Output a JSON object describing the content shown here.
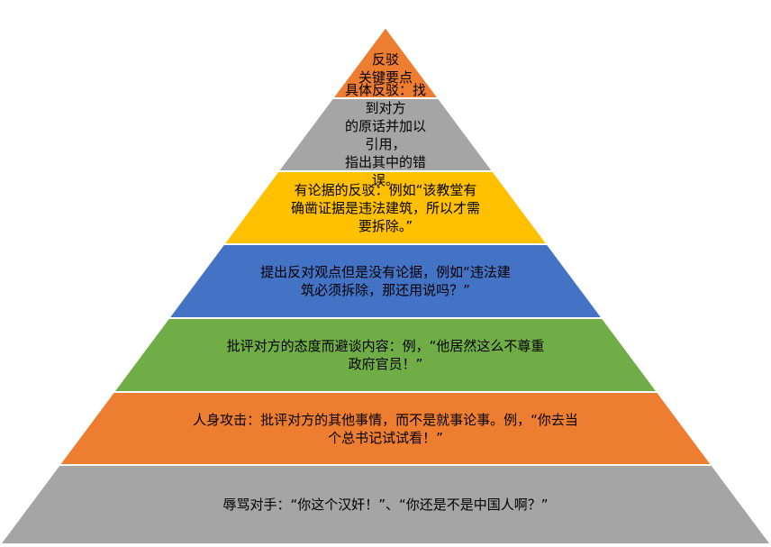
{
  "diagram": {
    "type": "pyramid",
    "tiers": [
      {
        "text": "反驳\n关键要点",
        "color": "#ED7D31"
      },
      {
        "text": "具体反驳：找到对方\n的原话并加以引用，\n指出其中的错误。",
        "color": "#A5A5A5"
      },
      {
        "text": "有论据的反驳：例如“该教堂有\n确凿证据是违法建筑，所以才需\n要拆除。”",
        "color": "#FFC000"
      },
      {
        "text": "提出反对观点但是没有论据，例如“违法建\n筑必须拆除，那还用说吗？”",
        "color": "#4472C4"
      },
      {
        "text": "批评对方的态度而避谈内容：例，“他居然这么不尊重\n政府官员！”",
        "color": "#70AD47"
      },
      {
        "text": "人身攻击：批评对方的其他事情，而不是就事论事。例，“你去当\n个总书记试试看！”",
        "color": "#ED7D31"
      },
      {
        "text": "辱骂对手：“你这个汉奸！”、“你还是不是中国人啊？”",
        "color": "#A5A5A5"
      }
    ]
  }
}
